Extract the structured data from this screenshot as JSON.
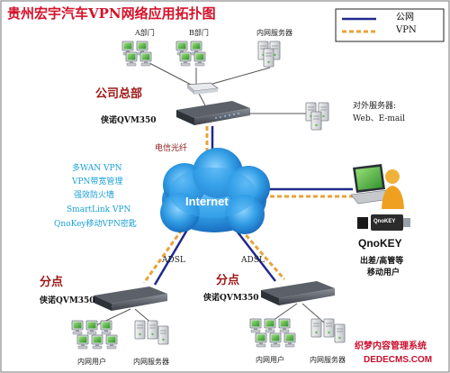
{
  "title": "贵州宏宇汽车VPN网络应用拓扑图",
  "legend": {
    "public_label": "公网",
    "vpn_label": "VPN"
  },
  "colors": {
    "title": "#d4122a",
    "public_line": "#1f2a8c",
    "vpn_line": "#e8a33a",
    "feature_text": "#1aa0d6",
    "cloud": "#1e8fd8",
    "dark_text": "#222222",
    "red_text": "#a01818"
  },
  "hq": {
    "top_labels": [
      "A部门",
      "B部门",
      "内网服务器"
    ],
    "name": "公司总部",
    "device": "侠诺QVM350",
    "external_label": "对外服务器:",
    "external_detail": "Web、E-mail",
    "link_label": "电信光纤"
  },
  "features": [
    "多WAN VPN",
    "VPN带宽管理",
    "强效防火墙",
    "SmartLink VPN",
    "QnoKey移动VPN密匙"
  ],
  "internet_label": "Internet",
  "mobile": {
    "key_brand": "QnoKEY",
    "label": "QnoKEY",
    "caption_line1": "出差/高管等",
    "caption_line2": "移动用户"
  },
  "branch_left": {
    "name": "分点",
    "device": "侠诺QVM350",
    "link": "ADSL",
    "users_label": "内网用户",
    "servers_label": "内网服务器"
  },
  "branch_right": {
    "name": "分点",
    "device": "侠诺QVM350",
    "link": "ADSL",
    "users_label": "内网用户",
    "servers_label": "内网服务器"
  },
  "watermark": {
    "line1": "织梦内容管理系统",
    "line2": "DEDECMS.COM"
  }
}
